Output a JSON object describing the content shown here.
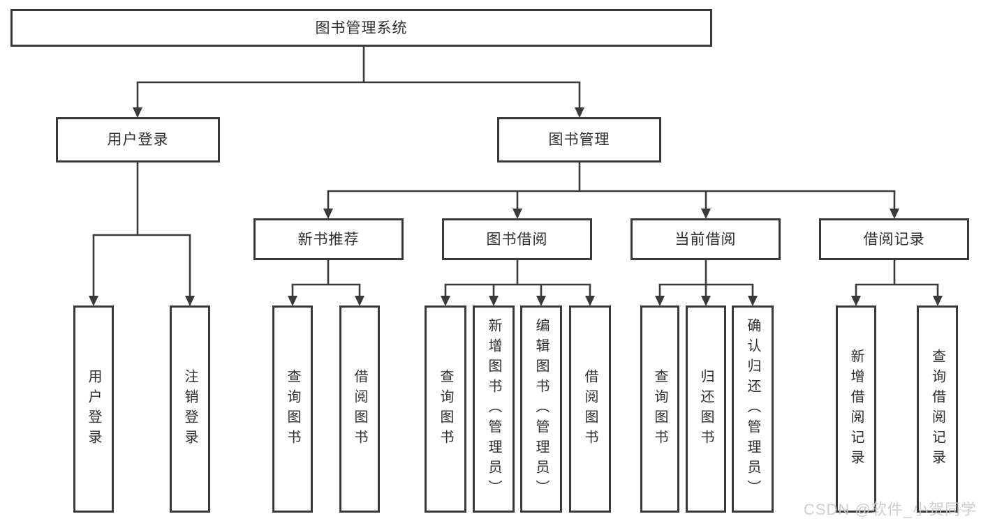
{
  "tree": {
    "root": {
      "label": "图书管理系统"
    },
    "branches": [
      {
        "label": "用户登录",
        "children": [
          {
            "label": "用户登录"
          },
          {
            "label": "注销登录"
          }
        ]
      },
      {
        "label": "图书管理",
        "children": [
          {
            "label": "新书推荐",
            "children": [
              {
                "label": "查询图书"
              },
              {
                "label": "借阅图书"
              }
            ]
          },
          {
            "label": "图书借阅",
            "children": [
              {
                "label": "查询图书"
              },
              {
                "label": "新增图书（管理员）"
              },
              {
                "label": "编辑图书（管理员）"
              },
              {
                "label": "借阅图书"
              }
            ]
          },
          {
            "label": "当前借阅",
            "children": [
              {
                "label": "查询图书"
              },
              {
                "label": "归还图书"
              },
              {
                "label": "确认归还（管理员）"
              }
            ]
          },
          {
            "label": "借阅记录",
            "children": [
              {
                "label": "新增借阅记录"
              },
              {
                "label": "查询借阅记录"
              }
            ]
          }
        ]
      }
    ]
  },
  "watermark": "CSDN @软件_小贺同学",
  "colors": {
    "line": "#3a3a3a",
    "text": "#2f2f2f",
    "background": "#ffffff",
    "watermark": "#c9c9c9"
  }
}
